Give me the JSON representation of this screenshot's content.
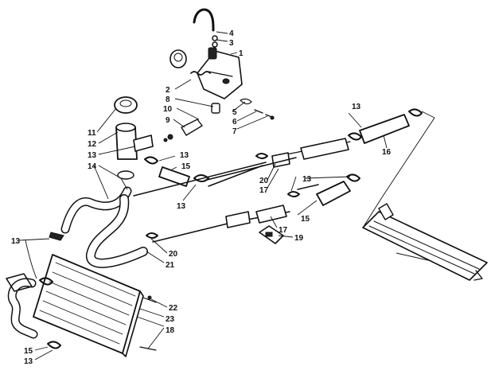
{
  "labels": [
    "1",
    "2",
    "3",
    "4",
    "5",
    "6",
    "7",
    "8",
    "9",
    "10",
    "11",
    "12",
    "13",
    "14",
    "15",
    "16",
    "17",
    "18",
    "19",
    "20",
    "21",
    "22",
    "23"
  ],
  "callouts": {
    "c4": "4",
    "c3": "3",
    "c1": "1",
    "c2": "2",
    "c8": "8",
    "c10": "10",
    "c9": "9",
    "c5": "5",
    "c6": "6",
    "c7": "7",
    "c11": "11",
    "c12": "12",
    "c13a": "13",
    "c13b": "13",
    "c13c": "13",
    "c13d": "13",
    "c13e": "13",
    "c13f": "13",
    "c13g": "13",
    "c14": "14",
    "c15a": "15",
    "c15b": "15",
    "c15c": "15",
    "c16": "16",
    "c20a": "20",
    "c20b": "20",
    "c17a": "17",
    "c17b": "17",
    "c19": "19",
    "c21": "21",
    "c22": "22",
    "c23": "23",
    "c18": "18"
  }
}
